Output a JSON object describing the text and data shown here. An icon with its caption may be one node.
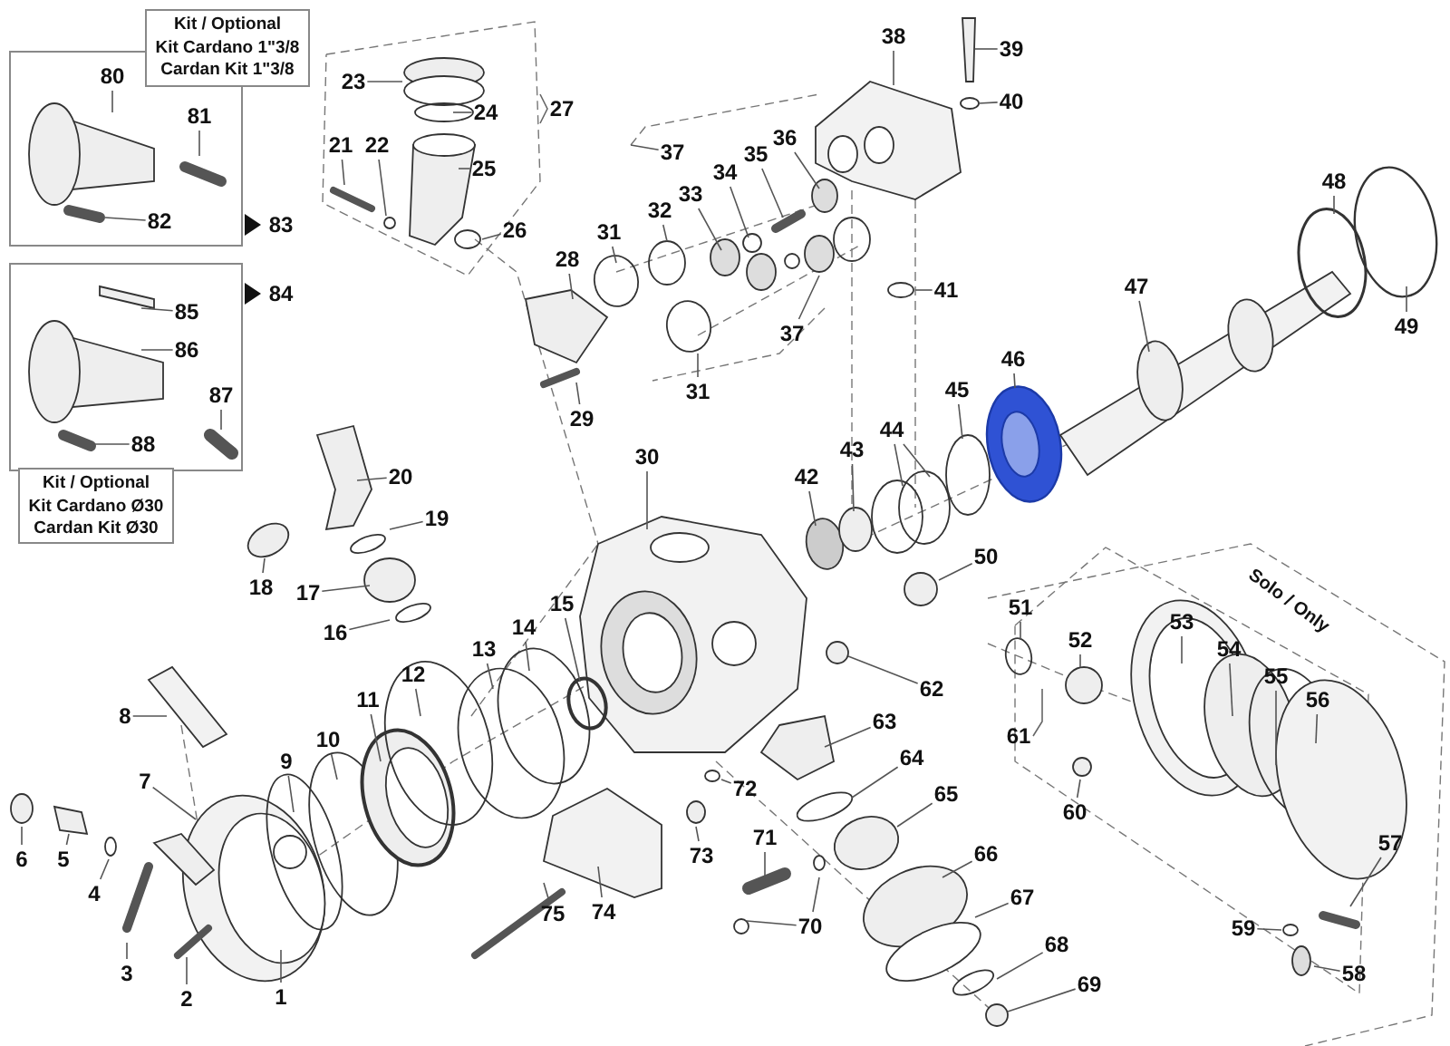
{
  "diagram": {
    "nodes": [
      {
        "text": [
          "Kit / Optional",
          "Kit Cardano 1\"3/8",
          "Cardan Kit 1\"3/8"
        ]
      },
      {
        "text": [
          "80"
        ],
        "in": 0
      },
      {
        "text": [
          "81"
        ],
        "in": 0
      },
      {
        "text": [
          "82"
        ],
        "in": 0
      },
      {
        "text": [
          "83"
        ]
      },
      {
        "text": [
          "Kit / Optional",
          "Kit Cardano Ø30",
          "Cardan Kit Ø30"
        ]
      },
      {
        "text": [
          "84"
        ]
      },
      {
        "text": [
          "85"
        ],
        "in": 5
      },
      {
        "text": [
          "86"
        ],
        "in": 5
      },
      {
        "text": [
          "87"
        ],
        "in": 5
      },
      {
        "text": [
          "88"
        ],
        "in": 5
      },
      {
        "text": [
          "1"
        ]
      },
      {
        "text": [
          "2"
        ]
      },
      {
        "text": [
          "3"
        ]
      },
      {
        "text": [
          "4"
        ]
      },
      {
        "text": [
          "5"
        ]
      },
      {
        "text": [
          "6"
        ]
      },
      {
        "text": [
          "7"
        ]
      },
      {
        "text": [
          "8"
        ]
      },
      {
        "text": [
          "9"
        ]
      },
      {
        "text": [
          "10"
        ]
      },
      {
        "text": [
          "11"
        ]
      },
      {
        "text": [
          "12"
        ]
      },
      {
        "text": [
          "13"
        ]
      },
      {
        "text": [
          "14"
        ]
      },
      {
        "text": [
          "15"
        ]
      },
      {
        "text": [
          "16"
        ]
      },
      {
        "text": [
          "17"
        ]
      },
      {
        "text": [
          "18"
        ]
      },
      {
        "text": [
          "19"
        ]
      },
      {
        "text": [
          "20"
        ]
      },
      {
        "text": [
          "21"
        ]
      },
      {
        "text": [
          "22"
        ]
      },
      {
        "text": [
          "23"
        ]
      },
      {
        "text": [
          "24"
        ]
      },
      {
        "text": [
          "25"
        ]
      },
      {
        "text": [
          "26"
        ]
      },
      {
        "text": [
          "27"
        ]
      },
      {
        "text": [
          "28"
        ]
      },
      {
        "text": [
          "29"
        ]
      },
      {
        "text": [
          "30"
        ]
      },
      {
        "text": [
          "31"
        ]
      },
      {
        "text": [
          "31"
        ]
      },
      {
        "text": [
          "32"
        ]
      },
      {
        "text": [
          "33"
        ]
      },
      {
        "text": [
          "34"
        ]
      },
      {
        "text": [
          "35"
        ]
      },
      {
        "text": [
          "36"
        ]
      },
      {
        "text": [
          "37"
        ]
      },
      {
        "text": [
          "37"
        ]
      },
      {
        "text": [
          "38"
        ]
      },
      {
        "text": [
          "39"
        ]
      },
      {
        "text": [
          "40"
        ]
      },
      {
        "text": [
          "41"
        ]
      },
      {
        "text": [
          "42"
        ]
      },
      {
        "text": [
          "43"
        ]
      },
      {
        "text": [
          "44"
        ]
      },
      {
        "text": [
          "45"
        ]
      },
      {
        "text": [
          "46"
        ]
      },
      {
        "text": [
          "47"
        ]
      },
      {
        "text": [
          "48"
        ]
      },
      {
        "text": [
          "49"
        ]
      },
      {
        "text": [
          "50"
        ]
      },
      {
        "text": [
          "51"
        ]
      },
      {
        "text": [
          "52"
        ]
      },
      {
        "text": [
          "53"
        ]
      },
      {
        "text": [
          "54"
        ]
      },
      {
        "text": [
          "55"
        ]
      },
      {
        "text": [
          "56"
        ]
      },
      {
        "text": [
          "57"
        ]
      },
      {
        "text": [
          "58"
        ]
      },
      {
        "text": [
          "59"
        ]
      },
      {
        "text": [
          "60"
        ]
      },
      {
        "text": [
          "61"
        ]
      },
      {
        "text": [
          "62"
        ]
      },
      {
        "text": [
          "63"
        ]
      },
      {
        "text": [
          "64"
        ]
      },
      {
        "text": [
          "65"
        ]
      },
      {
        "text": [
          "66"
        ]
      },
      {
        "text": [
          "67"
        ]
      },
      {
        "text": [
          "68"
        ]
      },
      {
        "text": [
          "69"
        ]
      },
      {
        "text": [
          "70"
        ]
      },
      {
        "text": [
          "71"
        ]
      },
      {
        "text": [
          "72"
        ]
      },
      {
        "text": [
          "73"
        ]
      },
      {
        "text": [
          "74"
        ]
      },
      {
        "text": [
          "75"
        ]
      }
    ],
    "edges": [
      {
        "from": 1,
        "to": null,
        "arrow": "none"
      },
      {
        "from": 2,
        "to": null,
        "arrow": "none"
      },
      {
        "from": 3,
        "to": null,
        "arrow": "none"
      },
      {
        "from": 7,
        "to": null,
        "arrow": "none"
      },
      {
        "from": 8,
        "to": null,
        "arrow": "none"
      },
      {
        "from": 9,
        "to": null,
        "arrow": "none"
      },
      {
        "from": 10,
        "to": null,
        "arrow": "none"
      },
      {
        "from": 11,
        "to": null,
        "arrow": "none"
      },
      {
        "from": 12,
        "to": null,
        "arrow": "none"
      },
      {
        "from": 13,
        "to": null,
        "arrow": "none"
      },
      {
        "from": 14,
        "to": null,
        "arrow": "none"
      },
      {
        "from": 15,
        "to": null,
        "arrow": "none"
      },
      {
        "from": 16,
        "to": null,
        "arrow": "none"
      },
      {
        "from": 17,
        "to": null,
        "arrow": "none"
      },
      {
        "from": 18,
        "to": null,
        "arrow": "none"
      },
      {
        "from": 19,
        "to": null,
        "arrow": "none"
      },
      {
        "from": 20,
        "to": null,
        "arrow": "none"
      },
      {
        "from": 21,
        "to": null,
        "arrow": "none"
      },
      {
        "from": 22,
        "to": null,
        "arrow": "none"
      },
      {
        "from": 23,
        "to": null,
        "arrow": "none"
      },
      {
        "from": 24,
        "to": null,
        "arrow": "none"
      },
      {
        "from": 25,
        "to": null,
        "arrow": "none"
      },
      {
        "from": 26,
        "to": null,
        "arrow": "none"
      },
      {
        "from": 27,
        "to": null,
        "arrow": "none"
      },
      {
        "from": 28,
        "to": null,
        "arrow": "none"
      },
      {
        "from": 29,
        "to": null,
        "arrow": "none"
      },
      {
        "from": 30,
        "to": null,
        "arrow": "none"
      },
      {
        "from": 31,
        "to": null,
        "arrow": "none"
      },
      {
        "from": 32,
        "to": null,
        "arrow": "none"
      },
      {
        "from": 33,
        "to": null,
        "arrow": "none"
      },
      {
        "from": 34,
        "to": null,
        "arrow": "none"
      },
      {
        "from": 35,
        "to": null,
        "arrow": "none"
      },
      {
        "from": 36,
        "to": null,
        "arrow": "none"
      },
      {
        "from": 38,
        "to": null,
        "arrow": "none"
      },
      {
        "from": 39,
        "to": null,
        "arrow": "none"
      },
      {
        "from": 40,
        "to": null,
        "arrow": "none"
      },
      {
        "from": 41,
        "to": null,
        "arrow": "none"
      },
      {
        "from": 42,
        "to": null,
        "arrow": "none"
      },
      {
        "from": 43,
        "to": null,
        "arrow": "none"
      },
      {
        "from": 44,
        "to": null,
        "arrow": "none"
      },
      {
        "from": 45,
        "to": null,
        "arrow": "none"
      },
      {
        "from": 46,
        "to": null,
        "arrow": "none"
      },
      {
        "from": 47,
        "to": null,
        "arrow": "none"
      },
      {
        "from": 48,
        "to": null,
        "arrow": "none"
      },
      {
        "from": 49,
        "to": null,
        "arrow": "none"
      },
      {
        "from": 50,
        "to": null,
        "arrow": "none"
      },
      {
        "from": 51,
        "to": null,
        "arrow": "none"
      },
      {
        "from": 52,
        "to": null,
        "arrow": "none"
      },
      {
        "from": 53,
        "to": null,
        "arrow": "none"
      },
      {
        "from": 54,
        "to": null,
        "arrow": "none"
      },
      {
        "from": 55,
        "to": null,
        "arrow": "none"
      },
      {
        "from": 56,
        "to": null,
        "arrow": "none"
      },
      {
        "from": 56,
        "to": null,
        "arrow": "none"
      },
      {
        "from": 57,
        "to": null,
        "arrow": "none"
      },
      {
        "from": 58,
        "to": null,
        "arrow": "none"
      },
      {
        "from": 59,
        "to": null,
        "arrow": "none"
      },
      {
        "from": 60,
        "to": null,
        "arrow": "none"
      },
      {
        "from": 61,
        "to": null,
        "arrow": "none"
      },
      {
        "from": 62,
        "to": null,
        "arrow": "none"
      },
      {
        "from": 63,
        "to": null,
        "arrow": "none"
      },
      {
        "from": 64,
        "to": null,
        "arrow": "none"
      },
      {
        "from": 65,
        "to": null,
        "arrow": "none"
      },
      {
        "from": 66,
        "to": null,
        "arrow": "none"
      },
      {
        "from": 67,
        "to": null,
        "arrow": "none"
      },
      {
        "from": 68,
        "to": null,
        "arrow": "none"
      },
      {
        "from": 69,
        "to": null,
        "arrow": "none"
      },
      {
        "from": 70,
        "to": null,
        "arrow": "none"
      },
      {
        "from": 71,
        "to": null,
        "arrow": "none"
      },
      {
        "from": 72,
        "to": null,
        "arrow": "none"
      },
      {
        "from": 74,
        "to": null,
        "arrow": "none"
      },
      {
        "from": 75,
        "to": null,
        "arrow": "none"
      },
      {
        "from": 76,
        "to": null,
        "arrow": "none"
      },
      {
        "from": 77,
        "to": null,
        "arrow": "none"
      },
      {
        "from": 78,
        "to": null,
        "arrow": "none"
      },
      {
        "from": 79,
        "to": null,
        "arrow": "none"
      },
      {
        "from": 80,
        "to": null,
        "arrow": "none"
      },
      {
        "from": 81,
        "to": null,
        "arrow": "none"
      },
      {
        "from": 82,
        "to": null,
        "arrow": "none"
      },
      {
        "from": 82,
        "to": null,
        "arrow": "none"
      },
      {
        "from": 83,
        "to": null,
        "arrow": "none"
      },
      {
        "from": 84,
        "to": null,
        "arrow": "none"
      },
      {
        "from": 85,
        "to": null,
        "arrow": "none"
      },
      {
        "from": 86,
        "to": null,
        "arrow": "none"
      },
      {
        "from": 87,
        "to": null,
        "arrow": "none"
      }
    ],
    "labels": [
      "Solo / Only"
    ]
  }
}
